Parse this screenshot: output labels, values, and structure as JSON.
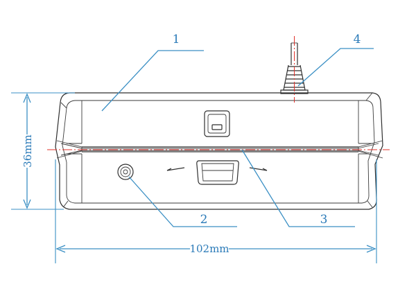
{
  "diagram": {
    "callouts": [
      {
        "id": "1",
        "label": "1"
      },
      {
        "id": "2",
        "label": "2"
      },
      {
        "id": "3",
        "label": "3"
      },
      {
        "id": "4",
        "label": "4"
      }
    ],
    "dimensions": {
      "height": "36mm",
      "width": "102mm"
    },
    "colors": {
      "annotation": "#3a8fc4",
      "centerline": "#e0302a",
      "outline": "#2e2e2e"
    }
  }
}
